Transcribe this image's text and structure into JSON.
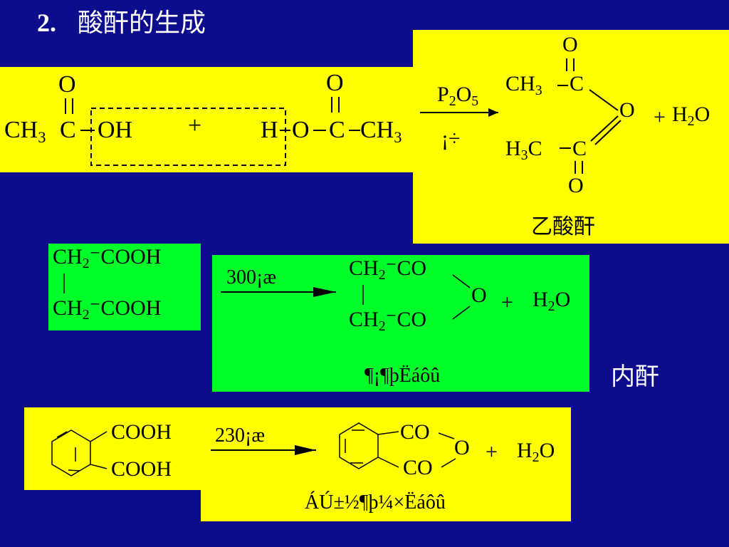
{
  "title": {
    "number": "2.",
    "text": "酸酐的生成"
  },
  "colors": {
    "background": "#0c0c8c",
    "yellow": "#ffff00",
    "green": "#00ff2a",
    "title_text": "#ffffff"
  },
  "reaction1": {
    "reactant1": {
      "oxygen": "O",
      "ch3": "CH",
      "ch3_sub": "3",
      "carbon": "C",
      "oh": "OH"
    },
    "plus": "+",
    "reactant2": {
      "hydrogen": "H",
      "oxygen": "O",
      "carbon": "C",
      "carbonyl_oxygen": "O",
      "ch3": "CH",
      "ch3_sub": "3"
    },
    "reagent": {
      "p": "P",
      "p_sub": "2",
      "o": "O",
      "o_sub": "5",
      "condition": "¡÷"
    },
    "product": {
      "top_oxygen": "O",
      "top_ch3": "CH",
      "top_ch3_sub": "3",
      "top_c": "C",
      "bridge_oxygen": "O",
      "bottom_h3c_h": "H",
      "bottom_h3c_sub": "3",
      "bottom_h3c_c": "C",
      "bottom_c": "C",
      "bottom_oxygen": "O",
      "plus": "+",
      "water_h": "H",
      "water_sub": "2",
      "water_o": "O",
      "name": "乙酸酐"
    }
  },
  "reaction2": {
    "reactant": {
      "line1_ch": "CH",
      "line1_sub": "2",
      "line1_cooh": "COOH",
      "line2_ch": "CH",
      "line2_sub": "2",
      "line2_cooh": "COOH"
    },
    "condition": "300¡æ",
    "product": {
      "line1_ch": "CH",
      "line1_sub": "2",
      "line1_co": "CO",
      "ring_oxygen": "O",
      "line2_ch": "CH",
      "line2_sub": "2",
      "line2_co": "CO",
      "plus": "+",
      "water_h": "H",
      "water_sub": "2",
      "water_o": "O",
      "name": "¶¡¶þËáôû"
    },
    "side_label": "内酐"
  },
  "reaction3": {
    "reactant": {
      "cooh_top": "COOH",
      "cooh_bottom": "COOH"
    },
    "condition": "230¡æ",
    "product": {
      "co_top": "CO",
      "ring_oxygen": "O",
      "co_bottom": "CO",
      "plus": "+",
      "water_h": "H",
      "water_sub": "2",
      "water_o": "O",
      "name": "ÁÚ±½¶þ¼×Ëáôû"
    }
  }
}
